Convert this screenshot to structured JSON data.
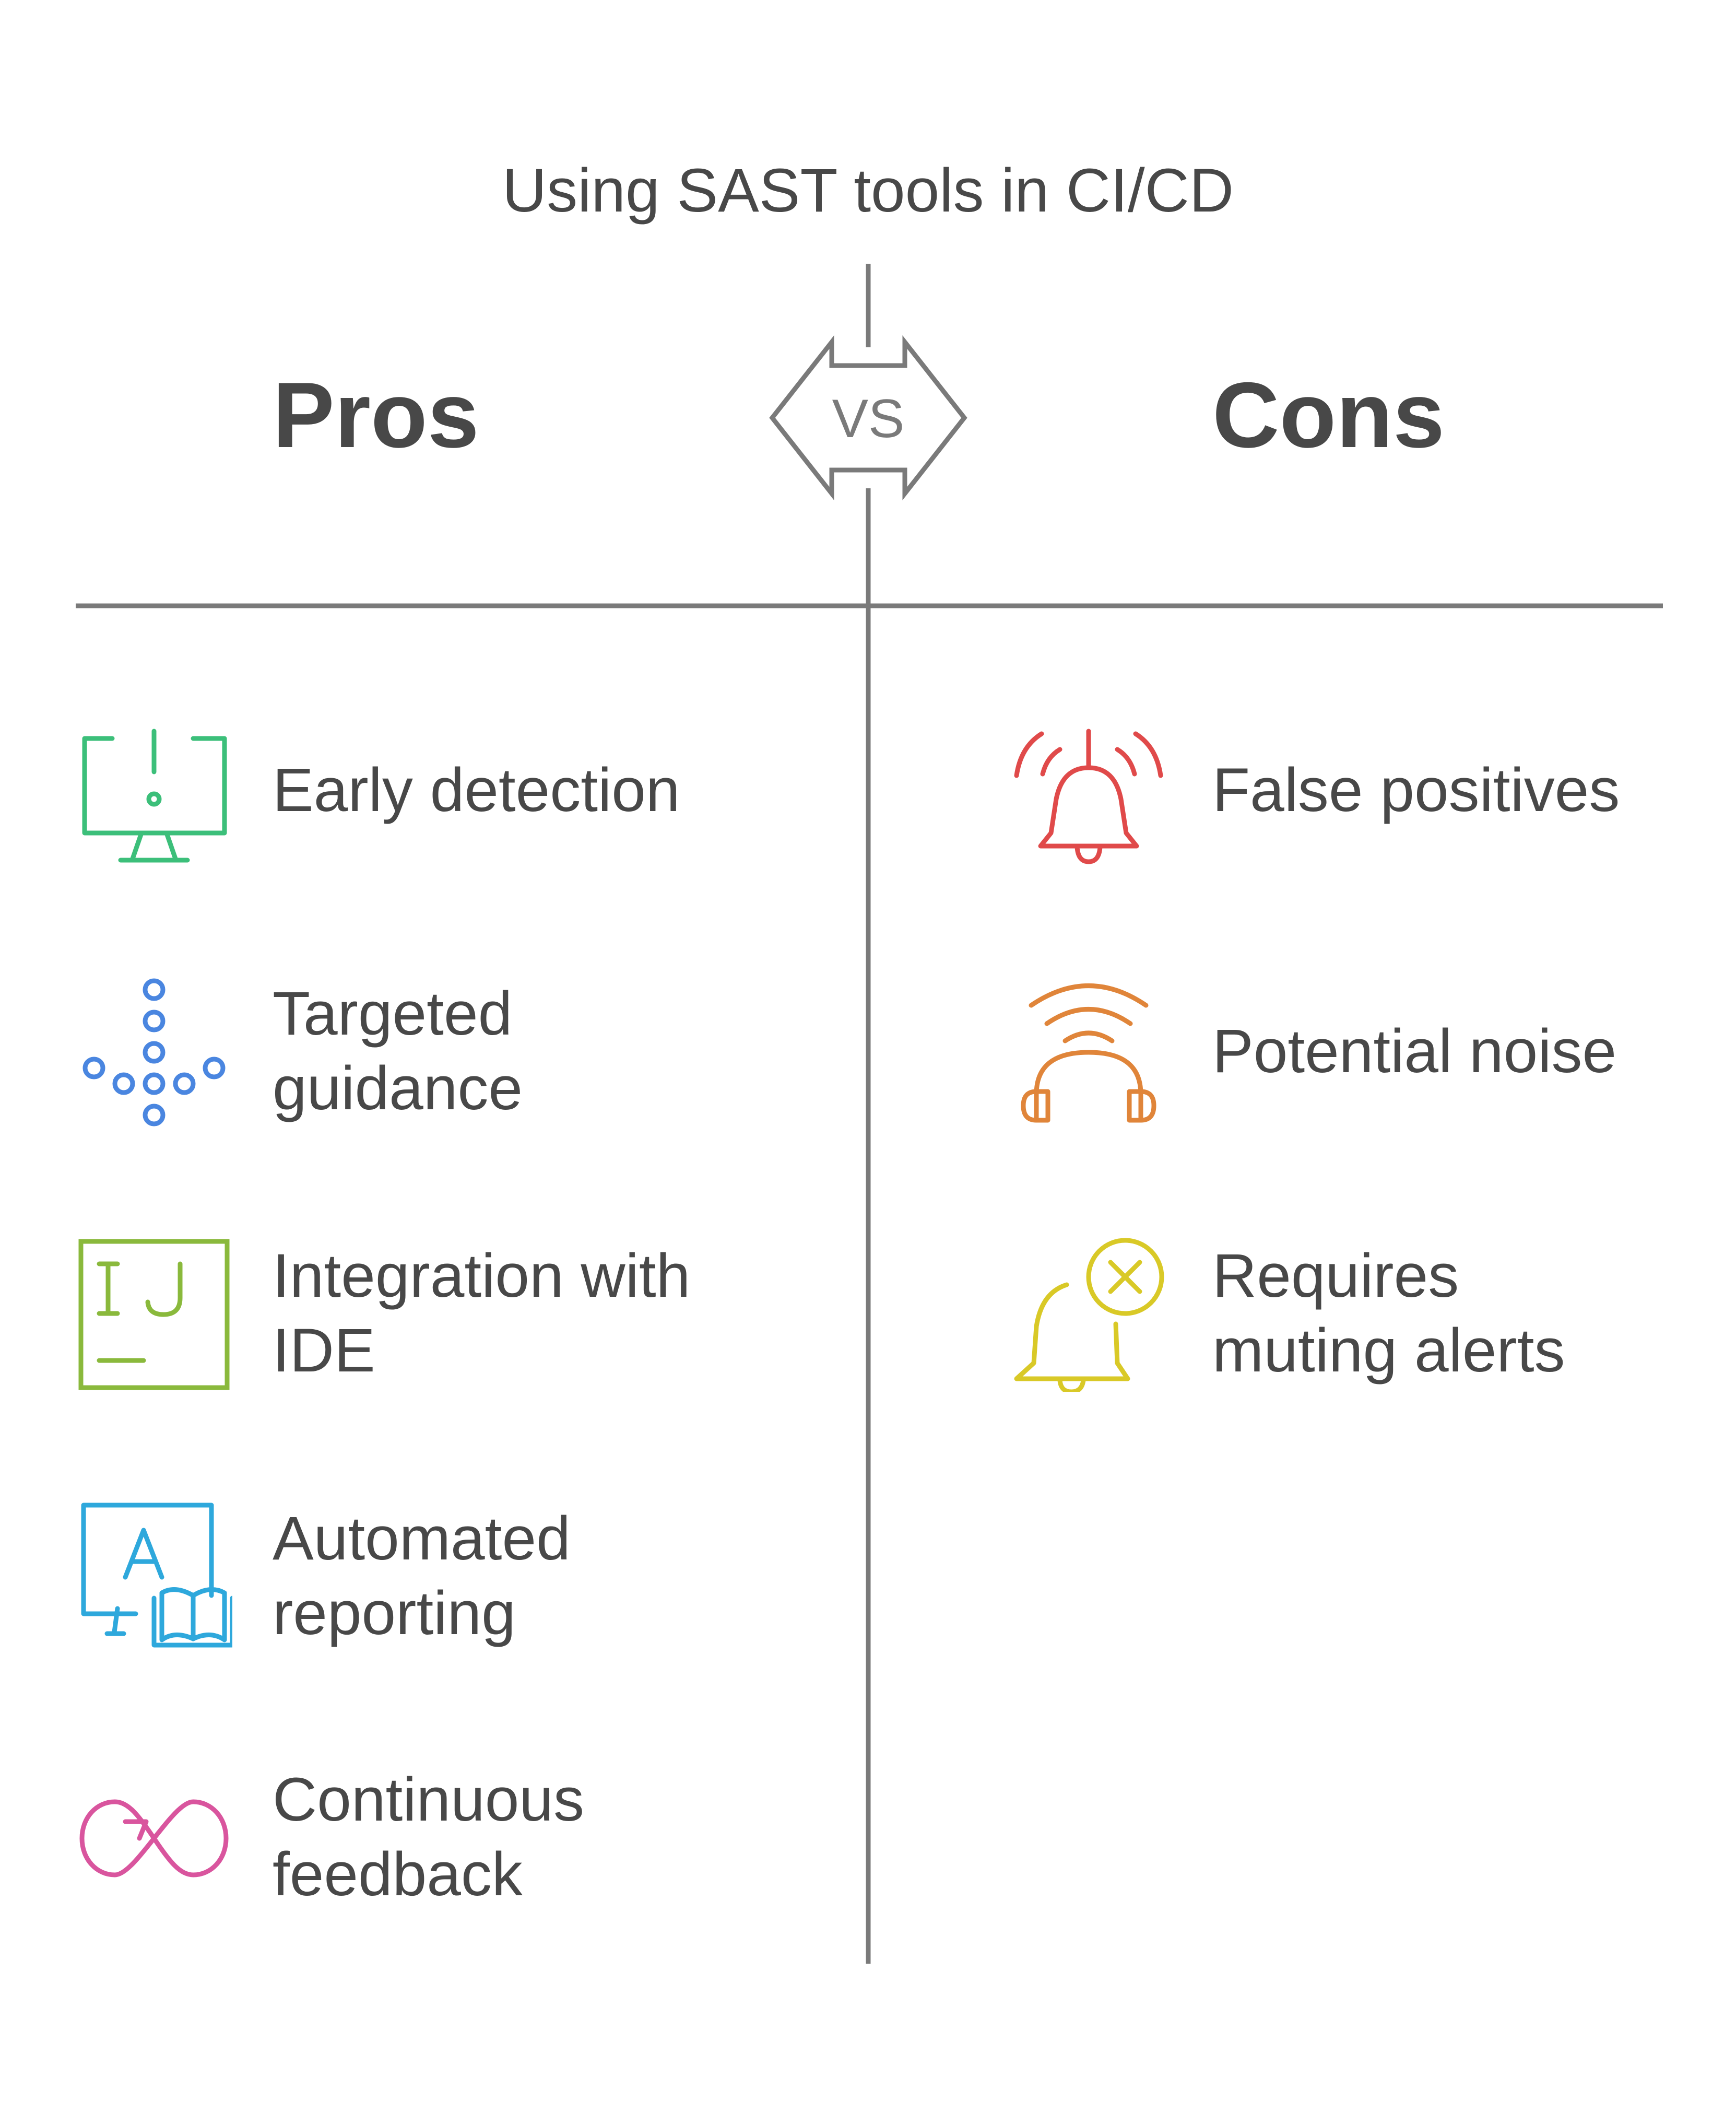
{
  "title": "Using SAST tools in CI/CD",
  "vs_label": "VS",
  "pros": {
    "header": "Pros",
    "items": [
      {
        "label": "Early detection",
        "icon": "monitor-alert-icon",
        "color": "#3cbf7a"
      },
      {
        "label": "Targeted\nguidance",
        "icon": "dots-arrow-down-icon",
        "color": "#4a86e0"
      },
      {
        "label": "Integration with\nIDE",
        "icon": "intellij-ide-icon",
        "color": "#8ab93c"
      },
      {
        "label": "Automated\nreporting",
        "icon": "screen-book-icon",
        "color": "#2ea8dc"
      },
      {
        "label": "Continuous\nfeedback",
        "icon": "infinity-loop-icon",
        "color": "#d9559e"
      }
    ]
  },
  "cons": {
    "header": "Cons",
    "items": [
      {
        "label": "False positives",
        "icon": "ringing-bell-icon",
        "color": "#e04a4a"
      },
      {
        "label": "Potential noise",
        "icon": "headphones-waves-icon",
        "color": "#e0853a"
      },
      {
        "label": "Requires\nmuting alerts",
        "icon": "bell-x-icon",
        "color": "#d9c927"
      }
    ]
  },
  "colors": {
    "divider": "#7a7a7a",
    "text": "#484848"
  }
}
